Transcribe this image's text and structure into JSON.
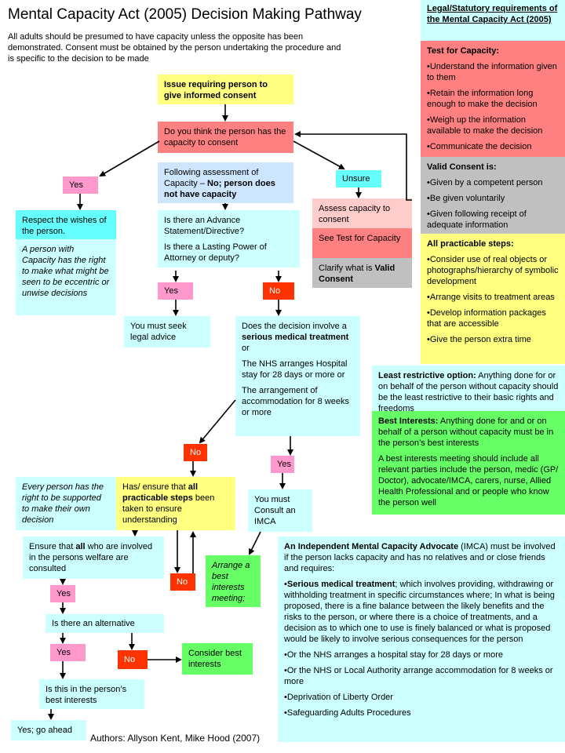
{
  "title": "Mental Capacity Act (2005) Decision Making Pathway",
  "intro": "All adults should be presumed to have capacity unless the opposite has been demonstrated. Consent must be obtained by the person undertaking the procedure and is specific to the decision to be made",
  "authors": "Authors: Allyson Kent, Mike Hood (2007)",
  "flow": {
    "issue": "Issue requiring person to give informed consent",
    "capacity_question": "Do you think the person has the capacity to consent",
    "assessment_a": "Following assessment of Capacity – ",
    "assessment_b": "No; person does not have capacity",
    "advance_1": "Is there an Advance Statement/Directive?",
    "advance_2": "Is there a Lasting Power of Attorney  or deputy?",
    "yes1": "Yes",
    "unsure": "Unsure",
    "respect": "Respect the wishes of the person.",
    "capacity_right": "A person with Capacity has the right to make what might be seen to be eccentric or unwise decisions",
    "assess_capacity": "Assess capacity to consent",
    "see_test": "See Test for Capacity",
    "clarify_a": "Clarify what is ",
    "clarify_b": "Valid Consent",
    "yes2": "Yes",
    "no1": "No",
    "legal_advice": "You must seek legal advice",
    "serious_a": "Does the decision involve a ",
    "serious_b": "serious medical treatment",
    "serious_c": " or",
    "nhs_hospital": "The NHS arranges Hospital stay for 28 days or more     or",
    "arrangement": "The arrangement of accommodation for 8 weeks or more",
    "no2": "No",
    "yes3": "Yes",
    "supported": "Every person has the right to be supported to make their own decision",
    "steps_a": "Has/ ensure that ",
    "steps_b": "all practicable steps",
    "steps_c": " been taken to ensure understanding",
    "consult_imca": "You must Consult an IMCA",
    "ensure_a": "Ensure that ",
    "ensure_b": "all",
    "ensure_c": " who are involved in the persons welfare are consulted",
    "no3": "No",
    "best_meeting": "Arrange a best interests meeting;",
    "yes4": "Yes",
    "alternative": "Is there an alternative",
    "yes5": "Yes",
    "no4": "No",
    "consider": "Consider best interests",
    "best_q": "Is this in the person’s best interests",
    "yes_go": "Yes; go ahead"
  },
  "right": {
    "legal_heading": "Legal/Statutory requirements of the Mental  Capacity Act (2005)",
    "test_heading": "Test for Capacity:",
    "test_items": [
      "•Understand the information given to them",
      "•Retain the information long enough to make the decision",
      "•Weigh up the information available to make the decision",
      "•Communicate the decision"
    ],
    "consent_heading": "Valid Consent is:",
    "consent_items": [
      "•Given by a competent person",
      "•Be given voluntarily",
      "•Given following receipt of adequate information"
    ],
    "steps_heading": "All practicable steps:",
    "steps_items": [
      "•Consider use of real objects or photographs/hierarchy of symbolic development",
      "•Arrange visits to treatment areas",
      "•Develop information packages that are accessible",
      "•Give the person extra time"
    ],
    "least_heading": "Least restrictive option:",
    "least_text": "  Anything done for or on behalf of the person without capacity should be the least restrictive to their basic rights and freedoms",
    "best_heading": "Best Interests:",
    "best_text": " Anything done for and or on behalf of a person without capacity must be in the person’s best interests",
    "best_text2": "A best interests meeting should include all relevant parties include the person, medic (GP/ Doctor), advocate/IMCA, carers, nurse, Allied Health Professional and or people who know the person well",
    "imca_heading": "An Independent Mental Capacity Advocate",
    "imca_intro": " (IMCA) must be involved if the person lacks capacity and has no relatives and or close friends and requires:",
    "imca_item1_bold": "Serious medical treatment",
    "imca_item1": "; which involves providing, withdrawing or withholding treatment in specific circumstances where; In  what is being proposed, there is a fine balance between the likely benefits and the risks to the person, or where there is a choice of treatments, and a decision as to which one to use is finely balanced or what is proposed would be likely to involve serious consequences for the person",
    "imca_item2": "•Or the NHS arranges a hospital stay for 28 days or more",
    "imca_item3": "•Or the NHS or Local Authority arrange accommodation for 8 weeks or more",
    "imca_item4": "•Deprivation of Liberty Order",
    "imca_item5": "•Safeguarding Adults Procedures"
  }
}
